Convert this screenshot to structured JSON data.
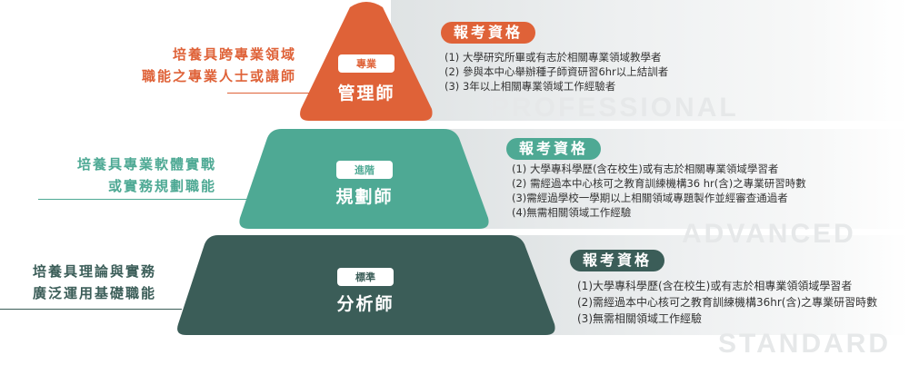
{
  "colors": {
    "professional": "#df6238",
    "advanced": "#4ea994",
    "standard": "#3b5d58"
  },
  "tiers": [
    {
      "badge": "專業",
      "title": "管理師",
      "watermark": "PROFESSIONAL",
      "desc": [
        "培養具跨專業領域",
        "職能之專業人士或講師"
      ],
      "quals_label": "報考資格",
      "quals": [
        "(1) 大學研究所畢或有志於相關專業領域教學者",
        "(2) 參與本中心舉辦種子師資研習6hr以上結訓者",
        "(3) 3年以上相關專業領域工作經驗者"
      ]
    },
    {
      "badge": "進階",
      "title": "規劃師",
      "watermark": "ADVANCED",
      "desc": [
        "培養具專業軟體實戰",
        "或實務規劃職能"
      ],
      "quals_label": "報考資格",
      "quals": [
        "(1) 大學專科學歷(含在校生)或有志於相關專業領域學習者",
        "(2) 需經過本中心核可之教育訓練機構36 hr(含)之專業研習時數",
        "(3)需經過學校一學期以上相關領域專題製作並經審查通過者",
        "(4)無需相關領域工作經驗"
      ]
    },
    {
      "badge": "標準",
      "title": "分析師",
      "watermark": "STANDARD",
      "desc": [
        "培養具理論與實務",
        "廣泛運用基礎職能"
      ],
      "quals_label": "報考資格",
      "quals": [
        "(1)大學專科學歷(含在校生)或有志於相專業領領域學習者",
        "(2)需經過本中心核可之教育訓練機構36hr(含)之專業研習時數",
        "(3)無需相關領域工作經驗"
      ]
    }
  ]
}
